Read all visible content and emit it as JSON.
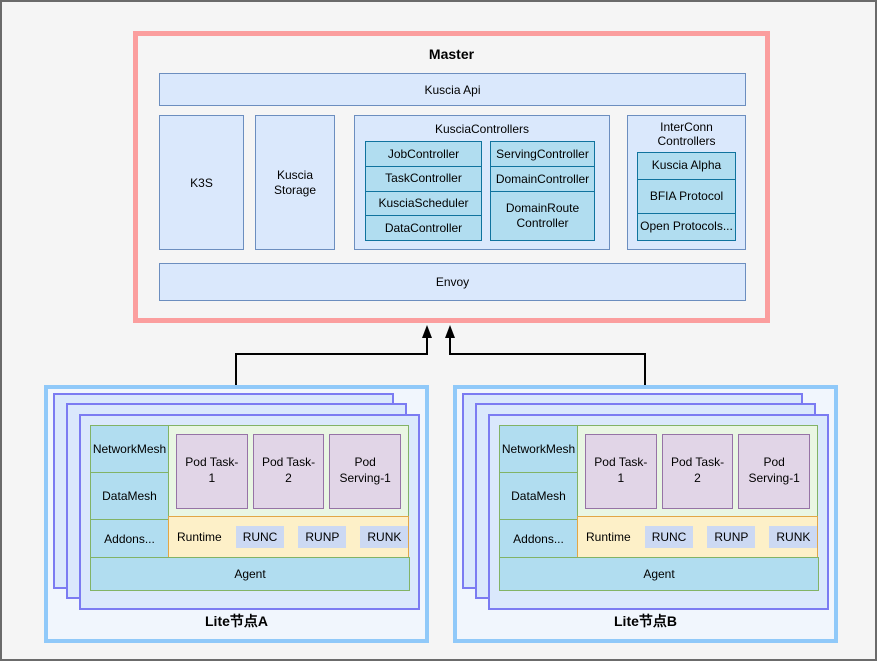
{
  "master": {
    "title": "Master",
    "kuscia_api": "Kuscia Api",
    "k3s": "K3S",
    "storage": "Kuscia Storage",
    "envoy": "Envoy",
    "controllers": {
      "title": "KusciaControllers",
      "left": [
        "JobController",
        "TaskController",
        "KusciaScheduler",
        "DataController"
      ],
      "right": [
        "ServingController",
        "DomainController",
        "DomainRoute Controller"
      ]
    },
    "interconn": {
      "title": "InterConn Controllers",
      "items": [
        "Kuscia Alpha",
        "BFIA Protocol",
        "Open Protocols..."
      ]
    }
  },
  "nodes": [
    {
      "label": "Lite节点A",
      "mesh": [
        "NetworkMesh",
        "DataMesh",
        "Addons..."
      ],
      "pods": [
        "Pod Task-1",
        "Pod Task-2",
        "Pod Serving-1"
      ],
      "runtime_label": "Runtime",
      "runtimes": [
        "RUNC",
        "RUNP",
        "RUNK"
      ],
      "agent": "Agent"
    },
    {
      "label": "Lite节点B",
      "mesh": [
        "NetworkMesh",
        "DataMesh",
        "Addons..."
      ],
      "pods": [
        "Pod Task-1",
        "Pod Task-2",
        "Pod Serving-1"
      ],
      "runtime_label": "Runtime",
      "runtimes": [
        "RUNC",
        "RUNP",
        "RUNK"
      ],
      "agent": "Agent"
    }
  ],
  "colors": {
    "master_border": "#fb9e9e",
    "blue_fill": "#dae8fc",
    "blue_border": "#6c8ebf",
    "cyan_fill": "#b1ddf0",
    "cyan_border": "#10739e",
    "green_border": "#82b366",
    "green_fill": "#e9f6e3",
    "pod_fill": "#e1d5e7",
    "pod_border": "#9673a6",
    "runtime_fill": "#fdf0c8",
    "runtime_border": "#e2a646",
    "node_border": "#90c9f9",
    "layer_border": "#7b7bf2",
    "arrow": "#000000"
  }
}
